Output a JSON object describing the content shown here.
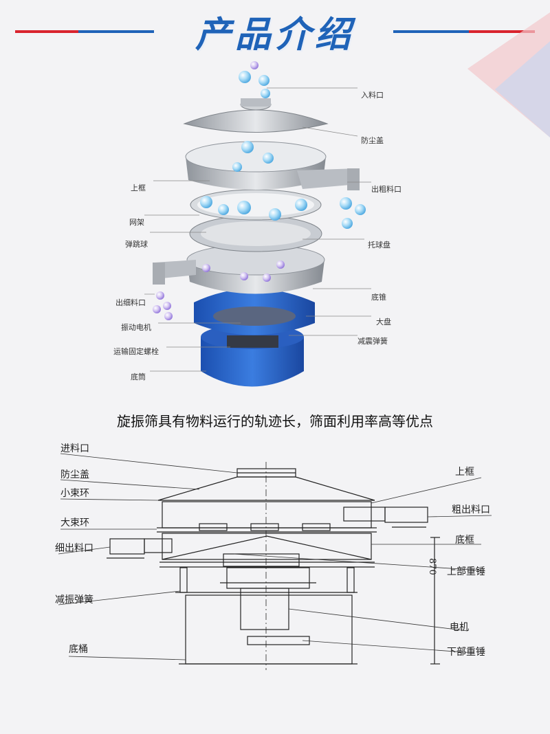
{
  "title": "产品介绍",
  "exploded_labels": {
    "inlet": "入料口",
    "dust_cover": "防尘盖",
    "upper_frame": "上框",
    "coarse_outlet": "出粗料口",
    "screen_frame": "网架",
    "bounce_ball": "弹跳球",
    "ball_tray": "托球盘",
    "fine_outlet": "出细料口",
    "bottom_cone": "底锥",
    "vibration_motor": "振动电机",
    "big_plate": "大盘",
    "transport_bolt": "运输固定螺栓",
    "damping_spring": "减震弹簧",
    "base_barrel": "底筒"
  },
  "caption": "旋振筛具有物料运行的轨迹长，筛面利用率高等优点",
  "tech_labels": {
    "inlet": "进料口",
    "dust_cover": "防尘盖",
    "small_clamp": "小束环",
    "big_clamp": "大束环",
    "fine_outlet": "细出料口",
    "damping_spring": "减振弹簧",
    "base_barrel": "底桶",
    "upper_frame": "上框",
    "coarse_outlet": "粗出料口",
    "bottom_frame": "底框",
    "upper_weight": "上部重锤",
    "motor": "电机",
    "lower_weight": "下部重锤",
    "dimension": "870"
  },
  "colors": {
    "title": "#1f63b8",
    "accent_red": "#d9232d",
    "accent_blue": "#1f63b8",
    "base_blue": "#2563c9"
  }
}
